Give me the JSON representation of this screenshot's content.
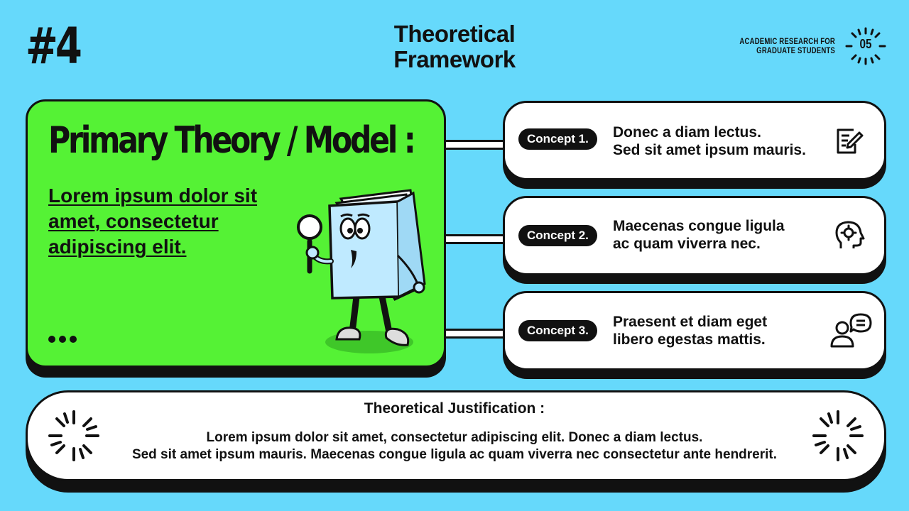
{
  "header": {
    "slide_number": "#4",
    "title_line1": "Theoretical",
    "title_line2": "Framework",
    "subtitle_line1": "ACADEMIC RESEARCH FOR",
    "subtitle_line2": "GRADUATE STUDENTS",
    "page_number": "05"
  },
  "primary": {
    "title": "Primary Theory / Model :",
    "body": "Lorem ipsum dolor sit amet, consectetur adipiscing elit."
  },
  "concepts": [
    {
      "label": "Concept 1.",
      "line1": "Donec a diam lectus.",
      "line2": "Sed sit amet ipsum mauris.",
      "icon": "document-edit-icon"
    },
    {
      "label": "Concept 2.",
      "line1": "Maecenas congue ligula",
      "line2": "ac quam viverra nec.",
      "icon": "head-gear-icon"
    },
    {
      "label": "Concept 3.",
      "line1": "Praesent et diam eget",
      "line2": "libero egestas mattis.",
      "icon": "user-chat-icon"
    }
  ],
  "justification": {
    "title": "Theoretical Justification :",
    "line1": "Lorem ipsum dolor sit amet, consectetur adipiscing elit. Donec a diam lectus.",
    "line2": "Sed sit amet ipsum mauris. Maecenas congue ligula ac quam viverra nec consectetur ante hendrerit."
  },
  "colors": {
    "background": "#66d9fb",
    "green_panel": "#55f235",
    "card": "#ffffff",
    "ink": "#111111"
  }
}
